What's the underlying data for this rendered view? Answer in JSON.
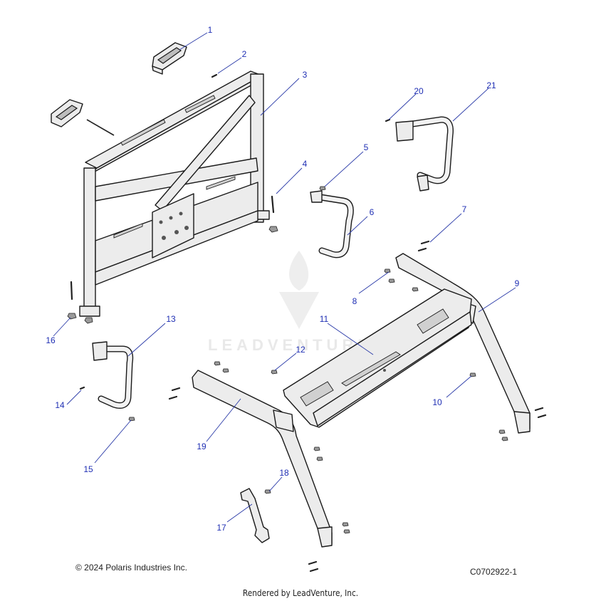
{
  "callouts": [
    {
      "num": "1"
    },
    {
      "num": "2"
    },
    {
      "num": "3"
    },
    {
      "num": "4"
    },
    {
      "num": "5"
    },
    {
      "num": "6"
    },
    {
      "num": "7"
    },
    {
      "num": "8"
    },
    {
      "num": "9"
    },
    {
      "num": "10"
    },
    {
      "num": "11"
    },
    {
      "num": "12"
    },
    {
      "num": "13"
    },
    {
      "num": "14"
    },
    {
      "num": "15"
    },
    {
      "num": "16"
    },
    {
      "num": "17"
    },
    {
      "num": "18"
    },
    {
      "num": "19"
    },
    {
      "num": "20"
    },
    {
      "num": "21"
    }
  ],
  "watermark": {
    "text": "LEADVENTURE"
  },
  "footer": {
    "copyright": "© 2024 Polaris Industries Inc.",
    "diagram_code": "C0702922-1",
    "rendered_by": "Rendered by LeadVenture, Inc."
  },
  "colors": {
    "callout": "#1f2fb4",
    "leader": "#2a3aa8",
    "line_art": "#1a1a1a"
  }
}
